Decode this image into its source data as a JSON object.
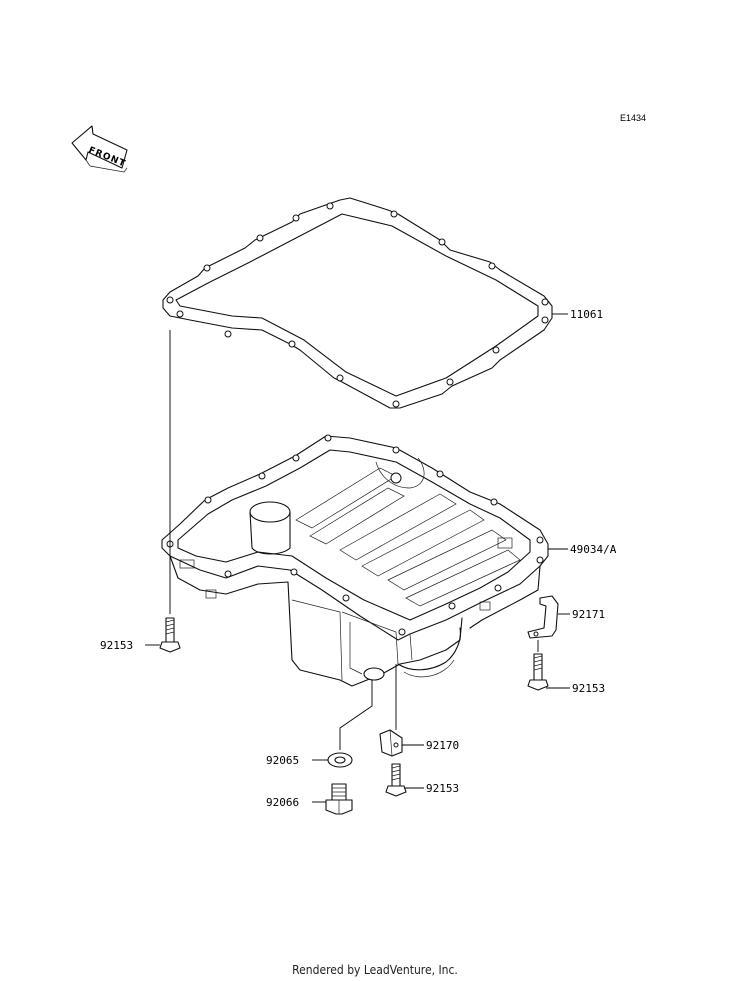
{
  "diagram_code": "E1434",
  "front_label": "FRONT",
  "footer": "Rendered by LeadVenture, Inc.",
  "parts": [
    {
      "id": "gasket",
      "number": "11061"
    },
    {
      "id": "oil-pan",
      "number": "49034/A"
    },
    {
      "id": "bracket-right",
      "number": "92171"
    },
    {
      "id": "bolt-left",
      "number": "92153"
    },
    {
      "id": "bolt-right",
      "number": "92153"
    },
    {
      "id": "bracket-bottom",
      "number": "92170"
    },
    {
      "id": "washer",
      "number": "92065"
    },
    {
      "id": "bolt-bottom",
      "number": "92153"
    },
    {
      "id": "drain-plug",
      "number": "92066"
    }
  ]
}
